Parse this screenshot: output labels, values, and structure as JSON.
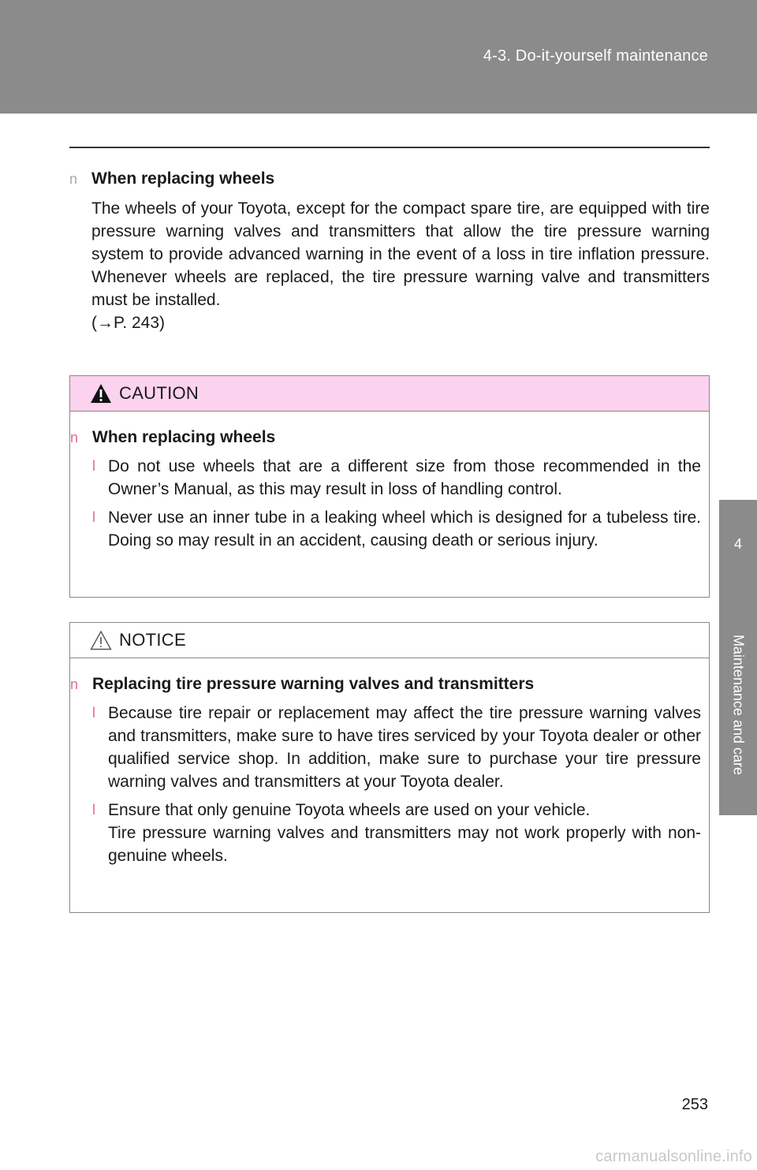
{
  "header": {
    "section": "4-3. Do-it-yourself maintenance"
  },
  "side_tab": {
    "number": "4",
    "label": "Maintenance and care"
  },
  "bullets": {
    "section": "n",
    "item": "l"
  },
  "section": {
    "heading": "When replacing wheels",
    "body": "The wheels of your Toyota, except for the compact spare tire, are equipped with tire pressure warning valves and transmitters that allow the tire pressure warning system to provide advanced warning in the event of a loss in tire inflation pressure. Whenever wheels are replaced, the tire pressure warning valve and transmitters must be installed.",
    "ref": "(→P. 243)"
  },
  "caution": {
    "title": "CAUTION",
    "heading": "When replacing wheels",
    "items": [
      "Do not use wheels that are a different size from those recommended in the Owner’s Manual, as this may result in loss of handling control.",
      "Never use an inner tube in a leaking wheel which is designed for a tubeless tire. Doing so may result in an accident, causing death or seri­ous injury."
    ]
  },
  "notice": {
    "title": "NOTICE",
    "heading": "Replacing tire pressure warning valves and transmitters",
    "items": [
      "Because tire repair or replacement may affect the tire pressure warn­ing valves and transmitters, make sure to have tires serviced by your Toyota dealer or other qualified service shop. In addition, make sure to purchase your tire pressure warning valves and transmitters at your Toyota dealer.",
      "Ensure that only genuine Toyota wheels are used on your vehicle.",
      "Tire pressure warning valves and transmitters may not work properly with non-genuine wheels."
    ]
  },
  "colors": {
    "band": "#8b8b8b",
    "caution_bg": "#fbd3ef",
    "bullet": "#e06a96"
  },
  "page_number": "253",
  "watermark": "carmanualsonline.info"
}
